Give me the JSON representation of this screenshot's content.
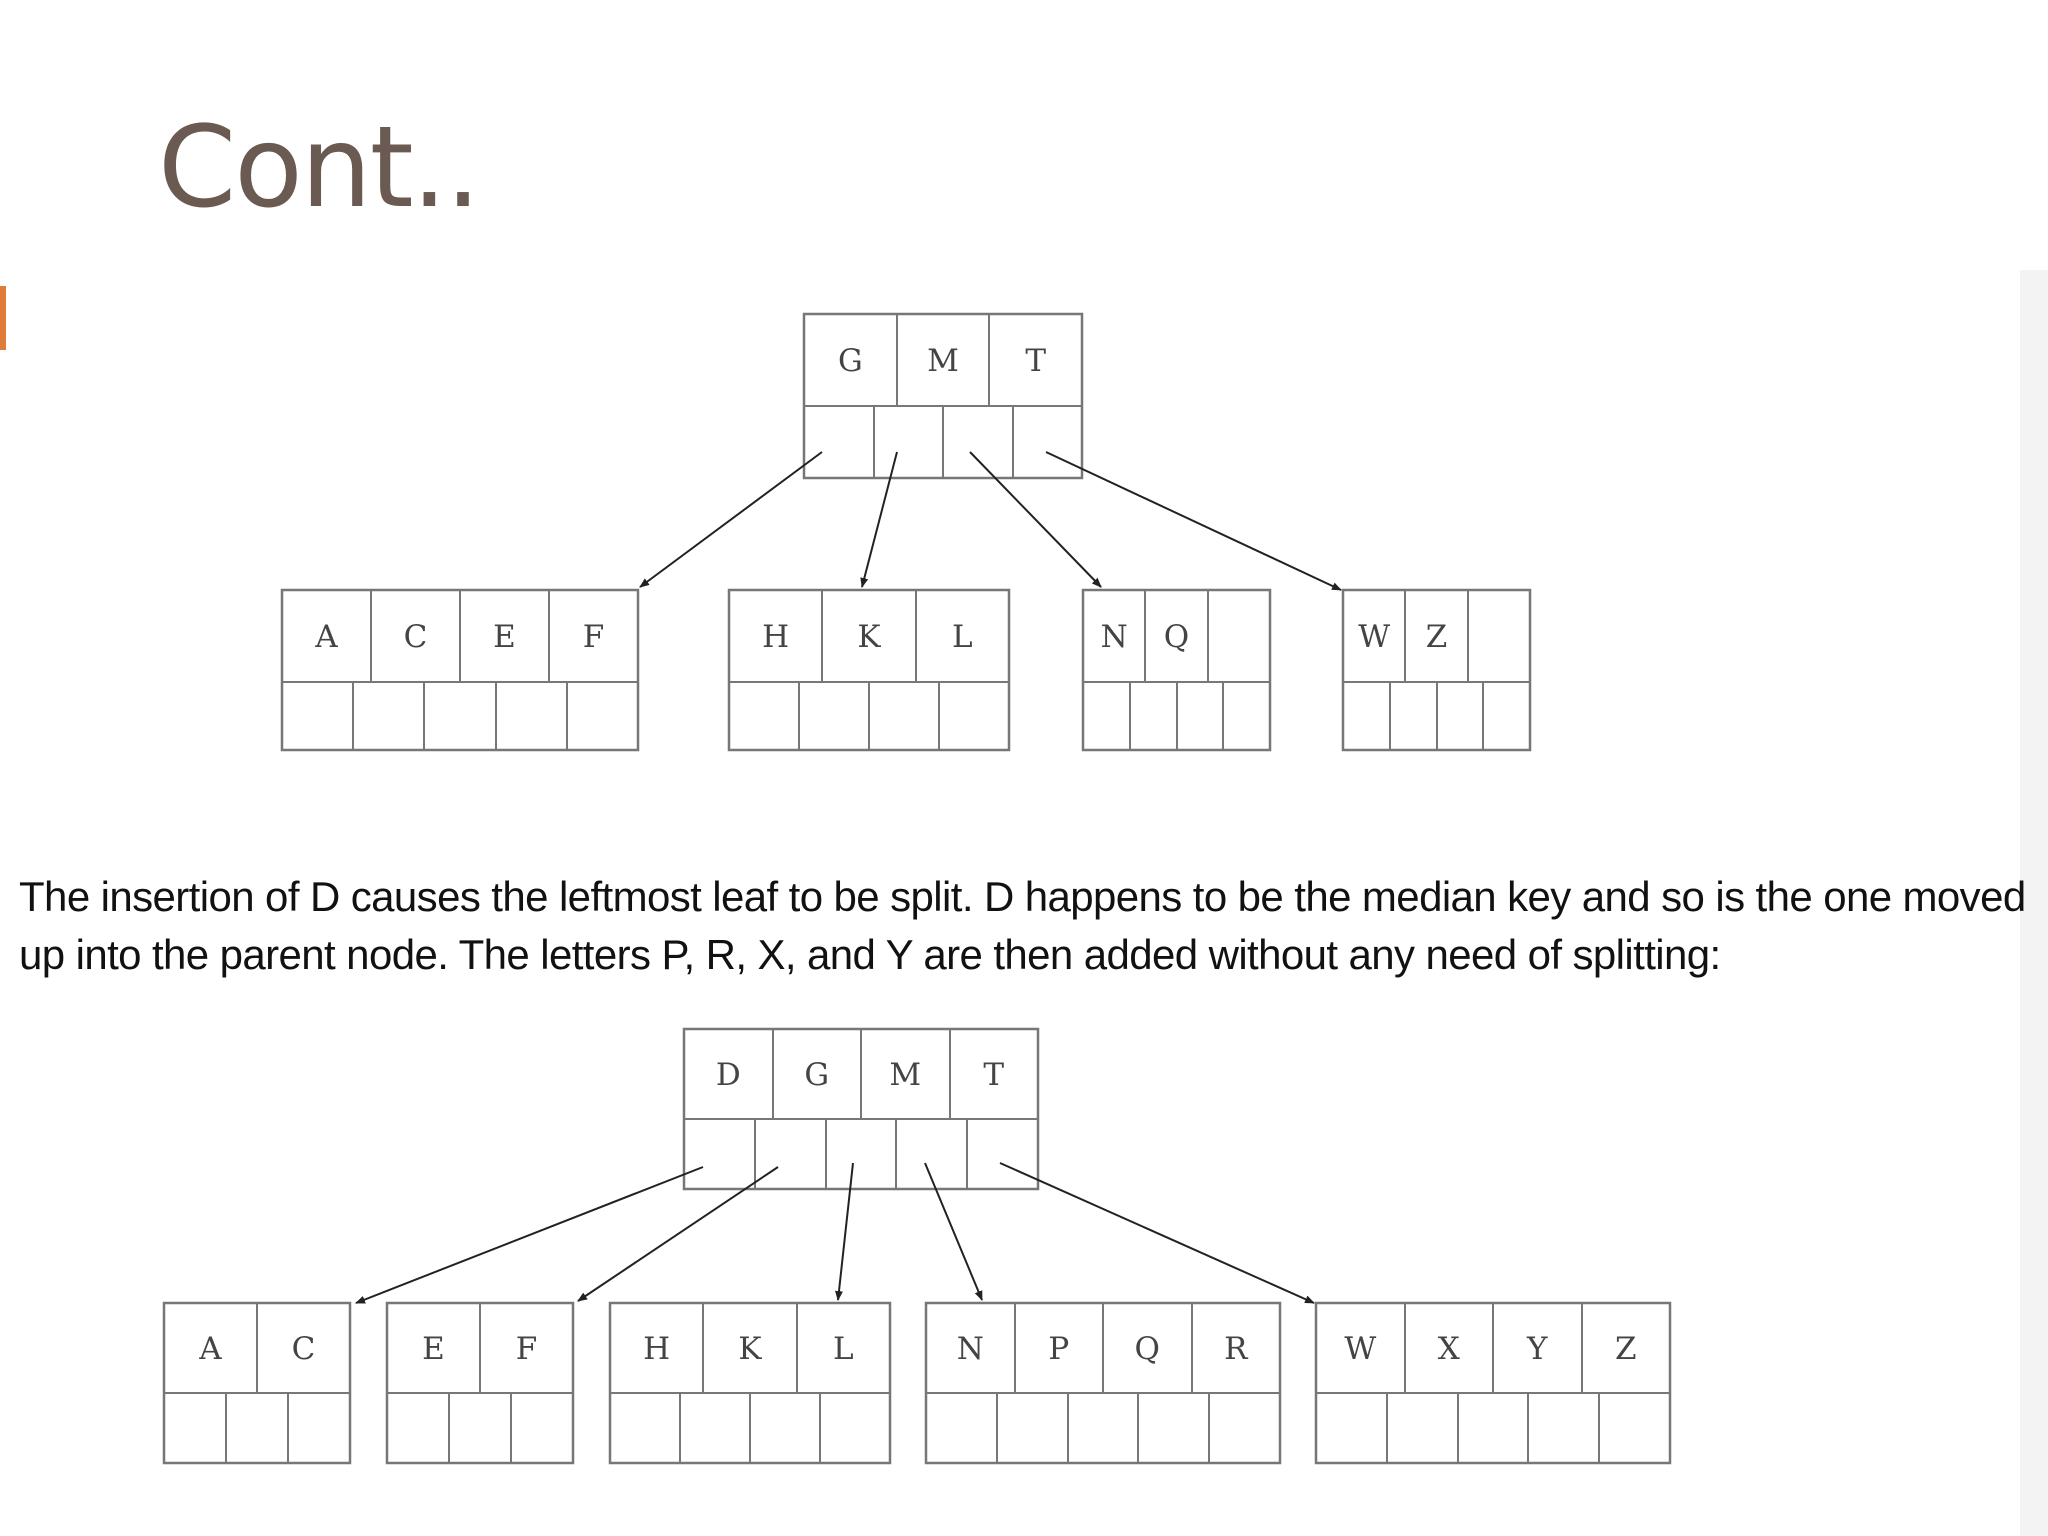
{
  "slide": {
    "title": "Cont..",
    "caption_lines": [
      "The insertion of D causes the leftmost leaf to be split. D happens to be the median key and so is the one moved",
      "up into the parent node. The letters P, R, X, and Y are then added without any need of splitting:"
    ]
  },
  "tree_before": {
    "root": [
      "G",
      "M",
      "T"
    ],
    "leaves": [
      [
        "A",
        "C",
        "E",
        "F"
      ],
      [
        "H",
        "K",
        "L"
      ],
      [
        "N",
        "Q"
      ],
      [
        "W",
        "Z"
      ]
    ]
  },
  "tree_after": {
    "root": [
      "D",
      "G",
      "M",
      "T"
    ],
    "leaves": [
      [
        "A",
        "C"
      ],
      [
        "E",
        "F"
      ],
      [
        "H",
        "K",
        "L"
      ],
      [
        "N",
        "P",
        "Q",
        "R"
      ],
      [
        "W",
        "X",
        "Y",
        "Z"
      ]
    ]
  }
}
